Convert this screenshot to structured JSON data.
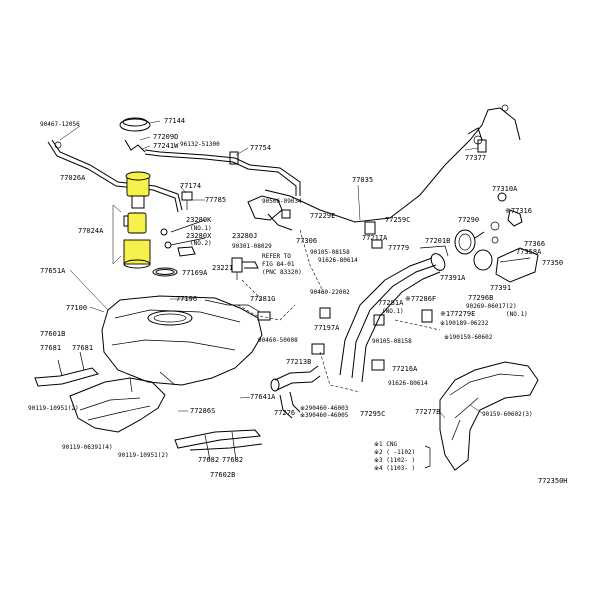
{
  "labels": {
    "p90467": "90467-12056",
    "p77144": "77144",
    "p77209D": "77209D",
    "p77241W": "77241W",
    "p96132": "96132-51300",
    "p77754": "77754",
    "p77026A": "77026A",
    "p77174": "77174",
    "p77785": "77785",
    "p77377": "77377",
    "p77035": "77035",
    "p77310A": "77310A",
    "p77316": "※77316",
    "p90506": "90506-09034",
    "p77229E": "77229E",
    "p77259C": "77259C",
    "p77290": "77290",
    "p77024A": "77024A",
    "p23280K": "23280K",
    "p23280Kno1": "(NO.1)",
    "p23280X": "23280X",
    "p23280Xno2": "(NO.2)",
    "p23280J": "23280J",
    "p77306": "77306",
    "p77217A": "77217A",
    "p77366": "77366",
    "p77779": "77779",
    "p77201B": "77201B",
    "p77358A": "77358A",
    "p90301": "90301-08029",
    "p90105a": "90105-08158",
    "p91626a": "91626-80614",
    "p77350": "77350",
    "p77651A": "77651A",
    "p77169A": "77169A",
    "p23221": "23221",
    "refer1": "REFER TO",
    "refer2": "FIG 84-01",
    "refer3": "(PNC 83320)",
    "p77391A": "77391A",
    "p77391": "77391",
    "p77100": "77100",
    "p77196": "77196",
    "p77281G": "77281G",
    "p90460a": "90460-22002",
    "p77296B": "77296B",
    "p90269": "90269-06017(2)",
    "p77286F": "※77286F",
    "p77281A": "77281A",
    "p77281Ano1": "(NO.1)",
    "p77279E": "※177279E",
    "p77279Eno1": "(NO.1)",
    "p90189": "※190189-06232",
    "p77197A": "77197A",
    "p77601B": "77601B",
    "p77681a": "77681",
    "p77681b": "77681",
    "p90460b": "90460-50008",
    "p90105b": "90105-08158",
    "p90159a": "※190159-60602",
    "p77213B": "77213B",
    "p77216A": "77216A",
    "p91626b": "91626-80614",
    "p77641A": "77641A",
    "p77286S": "77286S",
    "p90119a": "90119-10951(2)",
    "p77276": "77276",
    "p90460c": "※290460-46003",
    "p90460d": "※390460-46005",
    "p77295C": "77295C",
    "p77277B": "77277B",
    "p90159b": "90159-60602(3)",
    "p90119b": "90119-06391(4)",
    "p90119c": "90119-10951(2)",
    "p77682a": "77682",
    "p77682b": "77682",
    "p77602B": "77602B",
    "note1": "※1 CNG",
    "note2": "※2 ( -1102)",
    "note3": "※3 (1102- )",
    "note4": "※4 (1103- )",
    "figno": "772350H"
  },
  "colors": {
    "highlight": "#f5f04a",
    "line": "#000000"
  }
}
